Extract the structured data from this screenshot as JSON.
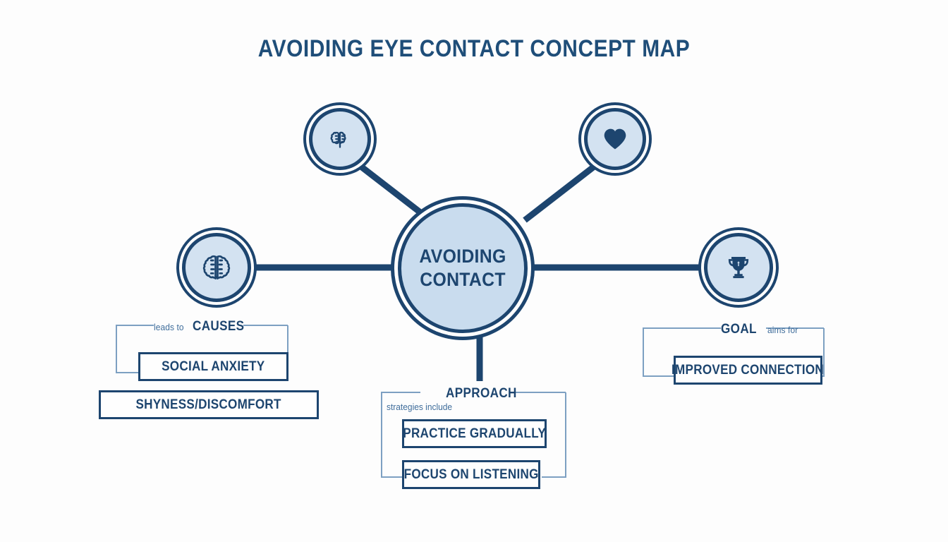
{
  "page": {
    "title": "AVOIDING EYE CONTACT CONCEPT MAP",
    "background_color": "#fdfdfd",
    "accent_dark": "#1d456f",
    "accent_light": "#c9dcee",
    "accent_muted": "#3f6d9b"
  },
  "center": {
    "name": "avoiding-contact",
    "line1": "AVOIDING",
    "line2": "CONTACT"
  },
  "icon_nodes": [
    {
      "id": "brain-think",
      "icon": "magnifier-brain-icon",
      "position": "top-left"
    },
    {
      "id": "heart",
      "icon": "magnifier-heart-icon",
      "position": "top-right"
    },
    {
      "id": "brain",
      "icon": "brain-icon",
      "position": "left"
    },
    {
      "id": "trophy",
      "icon": "trophy-icon",
      "position": "right"
    }
  ],
  "branches": [
    {
      "id": "causes",
      "title": "CAUSES",
      "relation": "leads to",
      "relation_side": "before",
      "items": [
        {
          "label": "SOCIAL ANXIETY"
        },
        {
          "label": "SHYNESS/DISCOMFORT"
        }
      ]
    },
    {
      "id": "approach",
      "title": "APPROACH",
      "relation": "strategies include",
      "relation_side": "below",
      "items": [
        {
          "label": "PRACTICE GRADUALLY"
        },
        {
          "label": "FOCUS ON LISTENING"
        }
      ]
    },
    {
      "id": "goal",
      "title": "GOAL",
      "relation": "aims for",
      "relation_side": "after",
      "items": [
        {
          "label": "IMPROVED CONNECTION"
        }
      ]
    }
  ]
}
